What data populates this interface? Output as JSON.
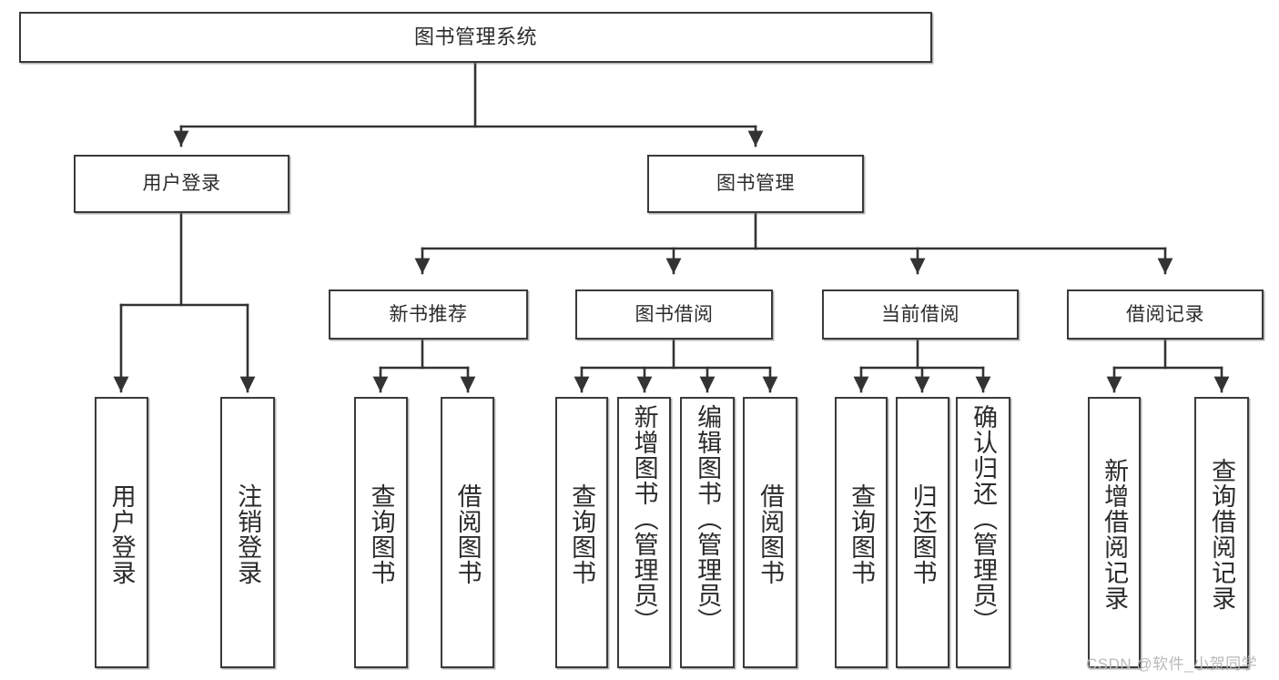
{
  "diagram": {
    "type": "tree-hierarchy",
    "title": "图书管理系统",
    "watermark": "CSDN @软件_小贺同学",
    "colors": {
      "node_border": "#3a3a3a",
      "node_fill": "#ffffff",
      "edge": "#333333",
      "text": "#2b2b2b",
      "watermark": "#b9b9b9",
      "background": "#ffffff"
    },
    "levels": [
      {
        "level": 1,
        "nodes": [
          {
            "id": "root",
            "label": "图书管理系统",
            "orientation": "horizontal"
          }
        ]
      },
      {
        "level": 2,
        "nodes": [
          {
            "id": "user-login",
            "label": "用户登录",
            "orientation": "horizontal",
            "parent": "root"
          },
          {
            "id": "book-manage",
            "label": "图书管理",
            "orientation": "horizontal",
            "parent": "root"
          }
        ]
      },
      {
        "level": 3,
        "nodes": [
          {
            "id": "new-book-rec",
            "label": "新书推荐",
            "orientation": "horizontal",
            "parent": "book-manage"
          },
          {
            "id": "book-borrow",
            "label": "图书借阅",
            "orientation": "horizontal",
            "parent": "book-manage"
          },
          {
            "id": "current-borrow",
            "label": "当前借阅",
            "orientation": "horizontal",
            "parent": "book-manage"
          },
          {
            "id": "borrow-record",
            "label": "借阅记录",
            "orientation": "horizontal",
            "parent": "book-manage"
          }
        ]
      },
      {
        "level": 4,
        "nodes": [
          {
            "id": "leaf-user-login",
            "label": "用户登录",
            "orientation": "vertical",
            "parent": "user-login"
          },
          {
            "id": "leaf-logout",
            "label": "注销登录",
            "orientation": "vertical",
            "parent": "user-login"
          },
          {
            "id": "leaf-query-book-1",
            "label": "查询图书",
            "orientation": "vertical",
            "parent": "new-book-rec"
          },
          {
            "id": "leaf-borrow-book-1",
            "label": "借阅图书",
            "orientation": "vertical",
            "parent": "new-book-rec"
          },
          {
            "id": "leaf-query-book-2",
            "label": "查询图书",
            "orientation": "vertical",
            "parent": "book-borrow"
          },
          {
            "id": "leaf-add-book",
            "label": "新增图书（管理员）",
            "orientation": "vertical",
            "parent": "book-borrow"
          },
          {
            "id": "leaf-edit-book",
            "label": "编辑图书（管理员）",
            "orientation": "vertical",
            "parent": "book-borrow"
          },
          {
            "id": "leaf-borrow-book-2",
            "label": "借阅图书",
            "orientation": "vertical",
            "parent": "book-borrow"
          },
          {
            "id": "leaf-query-book-3",
            "label": "查询图书",
            "orientation": "vertical",
            "parent": "current-borrow"
          },
          {
            "id": "leaf-return-book",
            "label": "归还图书",
            "orientation": "vertical",
            "parent": "current-borrow"
          },
          {
            "id": "leaf-confirm-return",
            "label": "确认归还（管理员）",
            "orientation": "vertical",
            "parent": "current-borrow"
          },
          {
            "id": "leaf-add-record",
            "label": "新增借阅记录",
            "orientation": "vertical",
            "parent": "borrow-record"
          },
          {
            "id": "leaf-query-record",
            "label": "查询借阅记录",
            "orientation": "vertical",
            "parent": "borrow-record"
          }
        ]
      }
    ]
  }
}
